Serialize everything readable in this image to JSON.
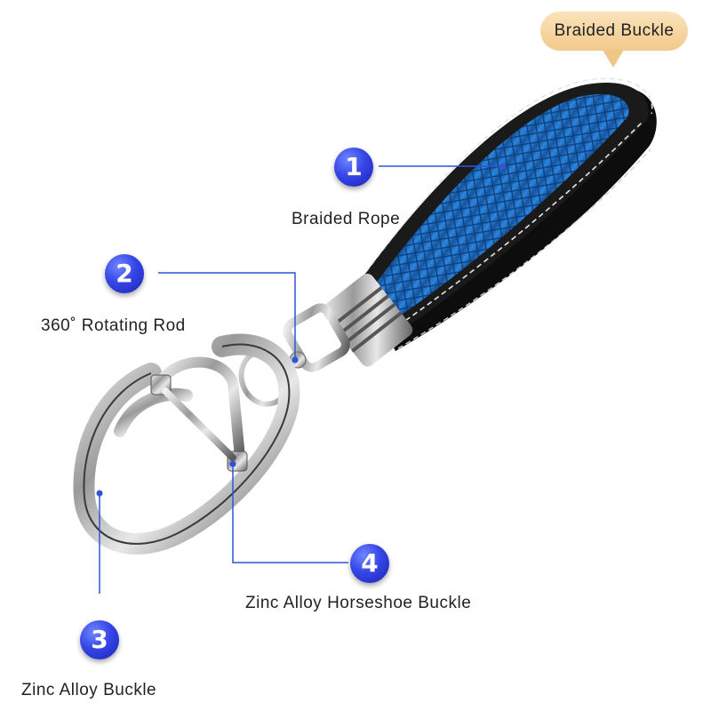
{
  "callout": {
    "label": "Braided Buckle"
  },
  "parts": [
    {
      "number": "1",
      "label": "Braided Rope"
    },
    {
      "number": "2",
      "label": "360˚ Rotating Rod"
    },
    {
      "number": "3",
      "label": "Zinc Alloy Buckle"
    },
    {
      "number": "4",
      "label": "Zinc Alloy Horseshoe Buckle"
    }
  ],
  "colors": {
    "accent": "#2f55d4",
    "strap_leather": "#111111",
    "braid": "#1f6fc7",
    "callout_bg": "#f4cd92"
  }
}
